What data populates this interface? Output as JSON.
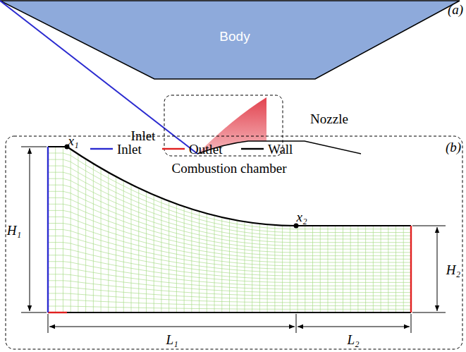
{
  "diagram": {
    "nodes": [
      {
        "text": [
          "Body"
        ]
      }
    ],
    "labels": [
      "(a)",
      "Inlet",
      "Nozzle",
      "Combustion chamber",
      "(b)",
      "x₁",
      "x₂",
      "H₁",
      "H₂",
      "L₁",
      "L₂"
    ],
    "legend": [
      {
        "text": "Inlet"
      },
      {
        "text": "Outlet"
      },
      {
        "text": "Wall"
      }
    ]
  }
}
